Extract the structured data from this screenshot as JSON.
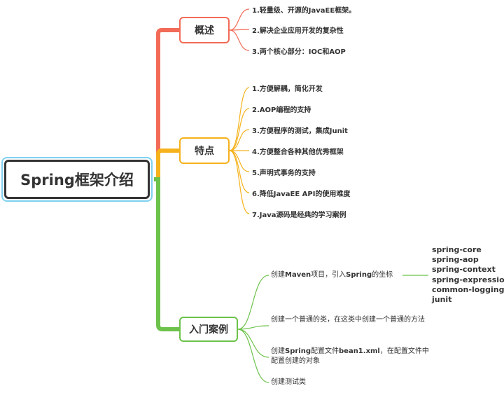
{
  "root": {
    "title": "Spring框架介绍"
  },
  "overview": {
    "label": "概述",
    "items": [
      "1.轻量级、开源的JavaEE框架。",
      "2.解决企业应用开发的复杂性",
      "3.两个核心部分：IOC和AOP"
    ]
  },
  "features": {
    "label": "特点",
    "items": [
      "1.方便解耦，简化开发",
      "2.AOP编程的支持",
      "3.方便程序的测试，集成Junit",
      "4.方便整合各种其他优秀框架",
      "5.声明式事务的支持",
      "6.降低JavaEE API的使用难度",
      "7.Java源码是经典的学习案例"
    ]
  },
  "cases": {
    "label": "入门案例",
    "step1": {
      "pre": "创建",
      "b1": "Maven",
      "mid": "项目，引入",
      "b2": "Spring",
      "post": "的坐标"
    },
    "step2": "创建一个普通的类，在这类中创建一个普通的方法",
    "step3": {
      "pre": "创建",
      "b1": "Spring",
      "mid": "配置文件",
      "b2": "bean1.xml",
      "post": "，在配置文件中配置创建的对象"
    },
    "step4": "创建测试类",
    "deps": [
      "spring-core",
      "spring-aop",
      "spring-context",
      "spring-expression",
      "common-logging",
      "junit"
    ]
  },
  "colors": {
    "overview": "#f26b58",
    "features": "#f5b21c",
    "cases": "#6cc24a",
    "rootHighlight": "#7fd1f0"
  }
}
